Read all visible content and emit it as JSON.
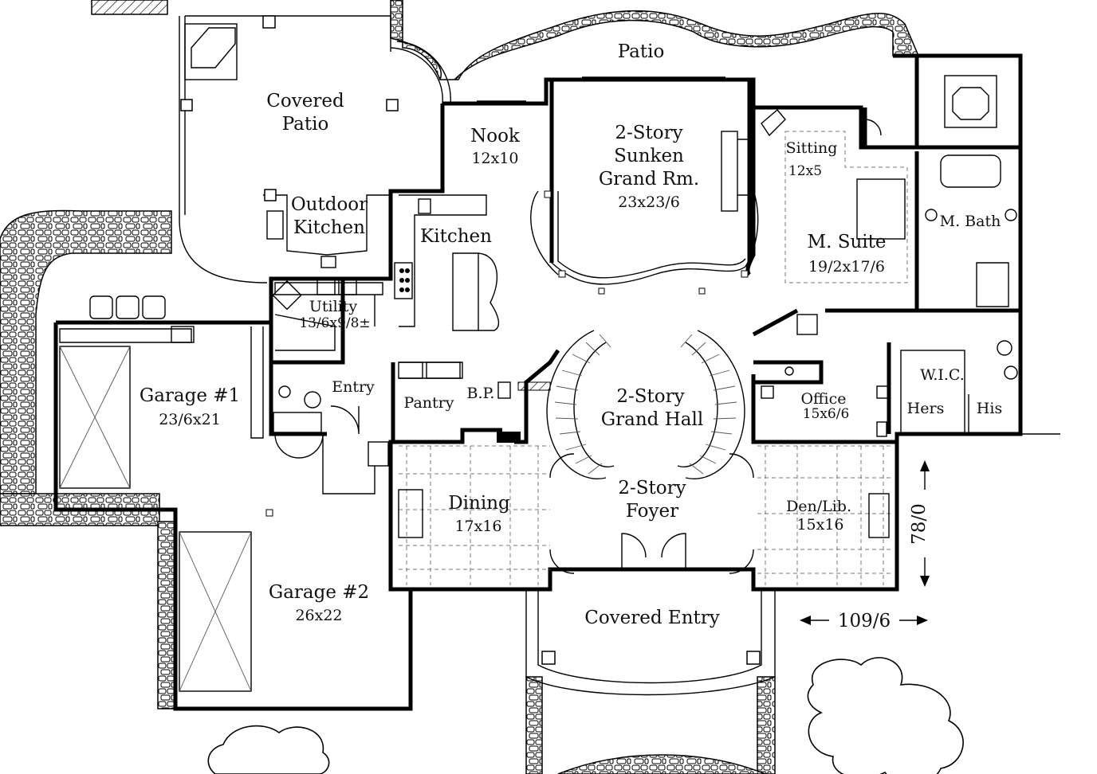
{
  "rooms": {
    "patio": "Patio",
    "covered_patio_1": "Covered",
    "covered_patio_2": "Patio",
    "nook_name": "Nook",
    "nook_size": "12x10",
    "grand_rm_1": "2-Story",
    "grand_rm_2": "Sunken",
    "grand_rm_3": "Grand Rm.",
    "grand_rm_size": "23x23/6",
    "outdoor_kitchen_1": "Outdoor",
    "outdoor_kitchen_2": "Kitchen",
    "kitchen": "Kitchen",
    "sitting_name": "Sitting",
    "sitting_size": "12x5",
    "m_bath": "M. Bath",
    "m_suite_name": "M. Suite",
    "m_suite_size": "19/2x17/6",
    "utility_name": "Utility",
    "utility_size": "13/6x9/8±",
    "garage1_name": "Garage #1",
    "garage1_size": "23/6x21",
    "entry": "Entry",
    "pantry": "Pantry",
    "bp": "B.P.",
    "grand_hall_1": "2-Story",
    "grand_hall_2": "Grand Hall",
    "office_name": "Office",
    "office_size": "15x6/6",
    "wic": "W.I.C.",
    "hers": "Hers",
    "his": "His",
    "dining_name": "Dining",
    "dining_size": "17x16",
    "foyer_1": "2-Story",
    "foyer_2": "Foyer",
    "den_name": "Den/Lib.",
    "den_size": "15x16",
    "garage2_name": "Garage #2",
    "garage2_size": "26x22",
    "covered_entry": "Covered Entry"
  },
  "dimensions": {
    "depth": "78/0",
    "width": "109/6"
  }
}
